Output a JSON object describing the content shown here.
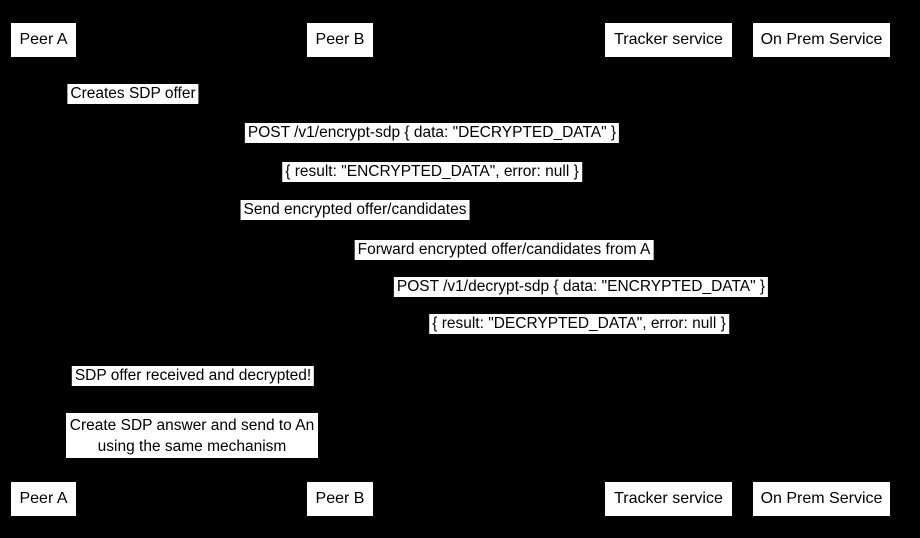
{
  "diagram": {
    "colors": {
      "background": "#000000",
      "box_fill": "#ffffff",
      "text": "#000000",
      "line": "#000000"
    },
    "actors": [
      {
        "label": "Peer A"
      },
      {
        "label": "Peer B"
      },
      {
        "label": "Tracker service"
      },
      {
        "label": "On Prem Service"
      }
    ],
    "messages": [
      {
        "text": "Creates SDP offer"
      },
      {
        "text": "POST /v1/encrypt-sdp { data: \"DECRYPTED_DATA\" }"
      },
      {
        "text": "{ result: \"ENCRYPTED_DATA\", error: null }"
      },
      {
        "text": "Send encrypted offer/candidates"
      },
      {
        "text": "Forward encrypted offer/candidates from A"
      },
      {
        "text": "POST /v1/decrypt-sdp { data: \"ENCRYPTED_DATA\" }"
      },
      {
        "text": "{ result: \"DECRYPTED_DATA\", error: null }"
      },
      {
        "text": "SDP offer received and decrypted!"
      }
    ],
    "note": {
      "lines": [
        "Create SDP answer and send to An",
        "using the same mechanism"
      ]
    }
  }
}
